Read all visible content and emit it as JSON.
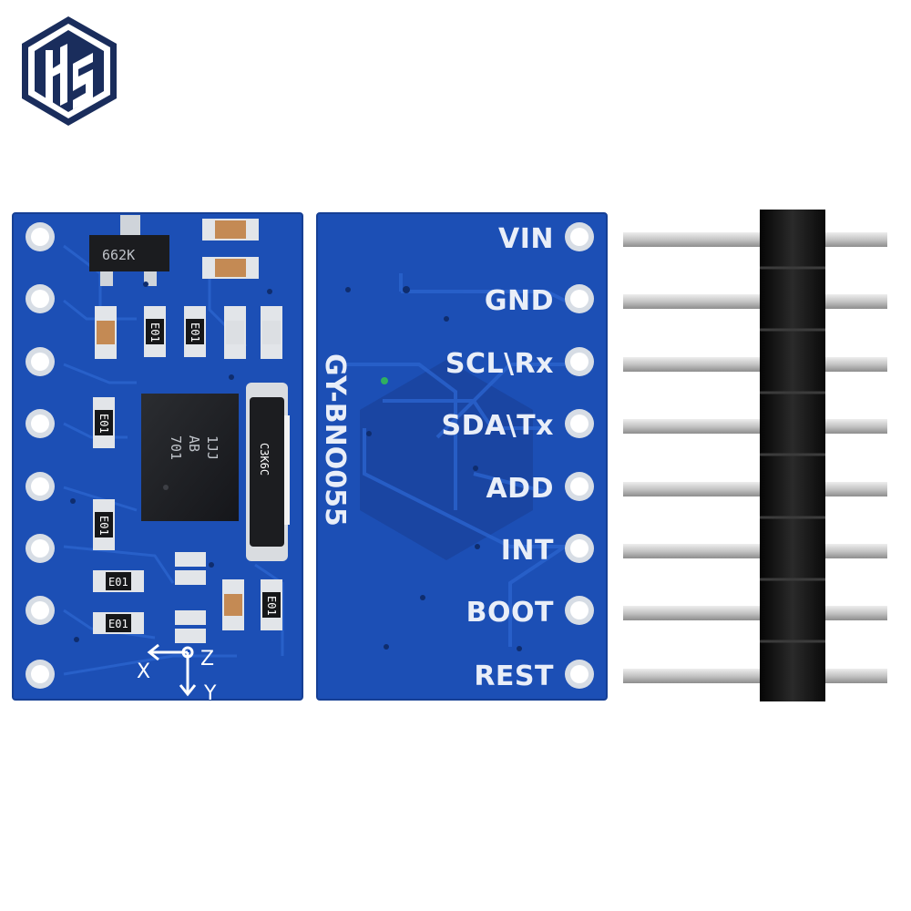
{
  "brand": {
    "logo_icon": "hs-hexagon-logo",
    "logo_text": "HS",
    "color": "#1a2d5c"
  },
  "board": {
    "pcb_color": "#1c4fb5",
    "name": "GY-BNO055",
    "pin_labels": [
      "VIN",
      "GND",
      "SCL\\Rx",
      "SDA\\Tx",
      "ADD",
      "INT",
      "BOOT",
      "REST"
    ]
  },
  "front": {
    "regulator_marking": "662K",
    "chip_marking": [
      "701",
      "AB",
      "1JJ"
    ],
    "crystal_marking": "C3K6C",
    "resistor_marking": "E01",
    "axes": [
      "X",
      "Z",
      "Y"
    ]
  },
  "header": {
    "pin_count": 8,
    "pin_color": "#c8c8c8",
    "housing_color": "#111111"
  }
}
